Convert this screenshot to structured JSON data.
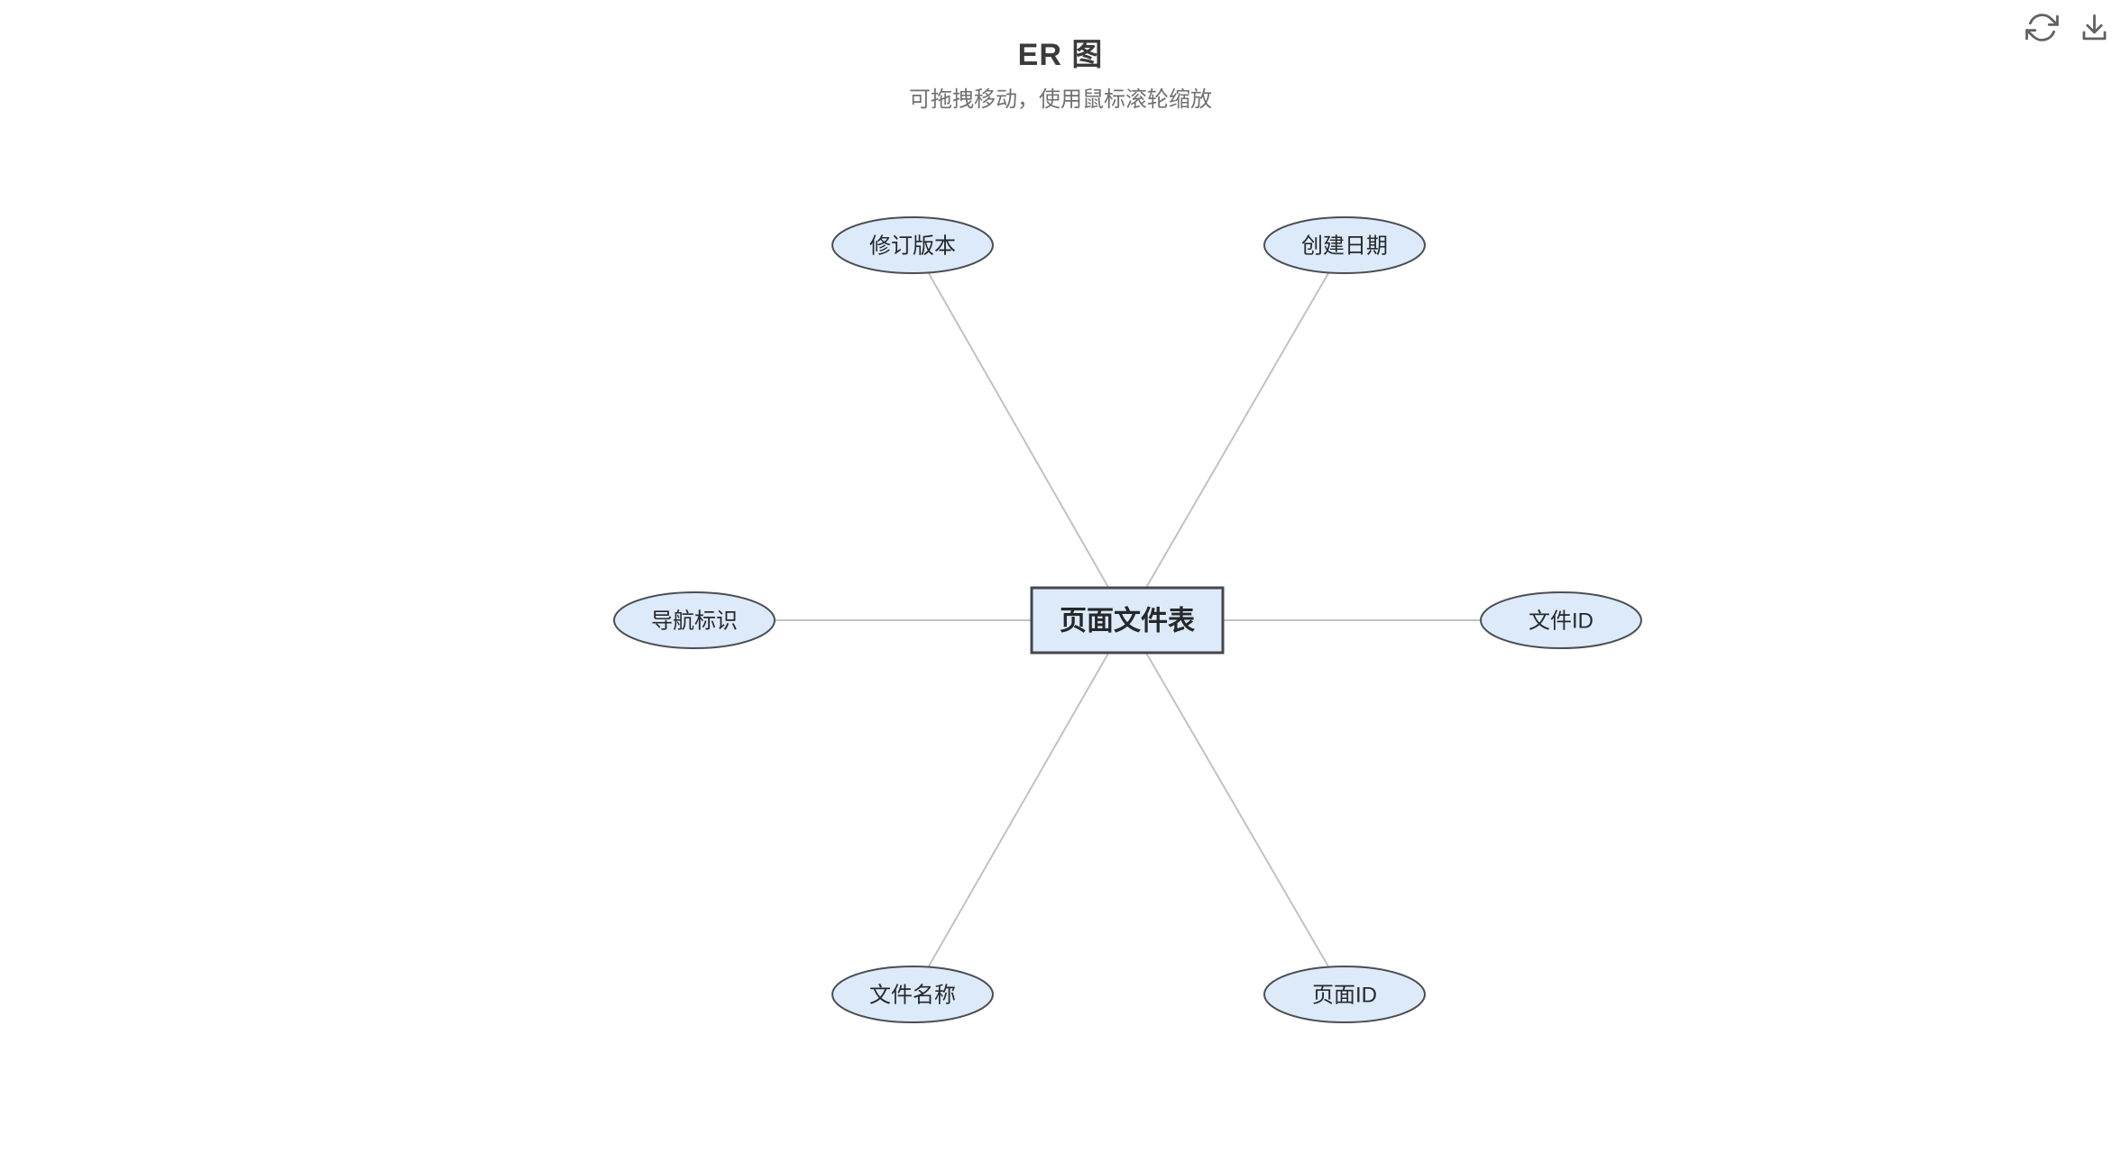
{
  "header": {
    "title": "ER 图",
    "subtitle": "可拖拽移动，使用鼠标滚轮缩放"
  },
  "toolbar": {
    "refresh_icon": "refresh-circular-arrows",
    "download_icon": "download-arrow-into-tray"
  },
  "diagram": {
    "type": "er-diagram",
    "entity": {
      "label": "页面文件表",
      "shape": "rectangle"
    },
    "attributes": [
      {
        "label": "修订版本",
        "shape": "ellipse",
        "position": "top-left"
      },
      {
        "label": "创建日期",
        "shape": "ellipse",
        "position": "top-right"
      },
      {
        "label": "导航标识",
        "shape": "ellipse",
        "position": "left"
      },
      {
        "label": "文件ID",
        "shape": "ellipse",
        "position": "right"
      },
      {
        "label": "文件名称",
        "shape": "ellipse",
        "position": "bottom-left"
      },
      {
        "label": "页面ID",
        "shape": "ellipse",
        "position": "bottom-right"
      }
    ],
    "edges": [
      {
        "from": "页面文件表",
        "to": "修订版本"
      },
      {
        "from": "页面文件表",
        "to": "创建日期"
      },
      {
        "from": "页面文件表",
        "to": "导航标识"
      },
      {
        "from": "页面文件表",
        "to": "文件ID"
      },
      {
        "from": "页面文件表",
        "to": "文件名称"
      },
      {
        "from": "页面文件表",
        "to": "页面ID"
      }
    ],
    "colors": {
      "node_fill": "#ddeafa",
      "node_border": "#4b4e53",
      "edge_line": "#c2c2c2",
      "node_text": "#26282b",
      "title_text": "#3a3a3a",
      "subtitle_text": "#707070",
      "icon": "#616161",
      "background": "#ffffff"
    }
  }
}
